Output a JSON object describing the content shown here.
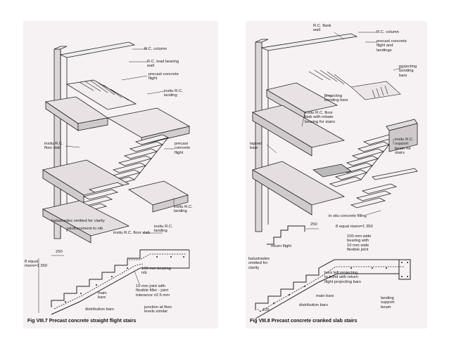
{
  "left": {
    "labels": {
      "rc_column": "R.C. column",
      "rc_wall": "R.C. load bearing\nwall",
      "precast_flight_top": "precast concrete\nflight",
      "insitu_landing_top": "insitu R.C.\nlanding",
      "insitu_floor_slab": "insitu R.C.\nfloor slab",
      "precast_flight_mid": "precast\nconcrete\nflight",
      "insitu_landing_low": "insitu R.C.\nlanding",
      "insitu_floor_slab_low": "insitu R.C. floor slab",
      "balustrades": "balustrades omitted for clarity",
      "reinforcement_nib": "reinforcement to nib",
      "insitu_landing_detail": "insitu R.C.\nlanding",
      "dim_250": "250",
      "risers": "8 equal\nrisers=1 350",
      "bearing_nib": "100 mm bearing\nnib",
      "joint": "10 mm joint with\nflexible filler - joint\ntolerance ±2.5 mm",
      "main_bars": "main\nbars",
      "distribution_bars": "distribution bars",
      "junction": "junction at floor\nlevels similar"
    },
    "caption": "Fig VIII.7 Precast concrete straight flight stairs"
  },
  "right": {
    "labels": {
      "rc_flank_wall": "R.C. flank\nwall",
      "rc_column": "R.C. column",
      "precast_flight_landings": "precast concrete\nflight and\nlandings",
      "projecting_bonding_bars_top": "projecting\nbonding\nbars",
      "projecting_bonding_bars_mid": "projecting\nbonding bars",
      "insitu_floor_slab": "insitu R.C. floor\nslab with rebate\nbearing for stairs",
      "lapped_bars": "lapped\nbars",
      "support_beam": "insitu R.C.\nsupport\nbeam for\nstairs",
      "insitu_filling": "in situ concrete filling",
      "dim_250": "250",
      "risers": "8 equal risers=1 350",
      "return_flight": "return flight",
      "bearing": "100 mm wide\nbearing with\n10 mm wide\nflexible joint",
      "balustrades": "balustrades\nomitted for\nclarity",
      "bars_left": "bars left projecting\nto bond with return\nflight projecting bars",
      "main_bars": "main bars",
      "distribution_bars": "distribution bars",
      "dim_125": "125",
      "landing_beam": "landing\nsupport\nbeam"
    },
    "caption": "Fig VIII.8 Precast concrete cranked slab stairs"
  }
}
